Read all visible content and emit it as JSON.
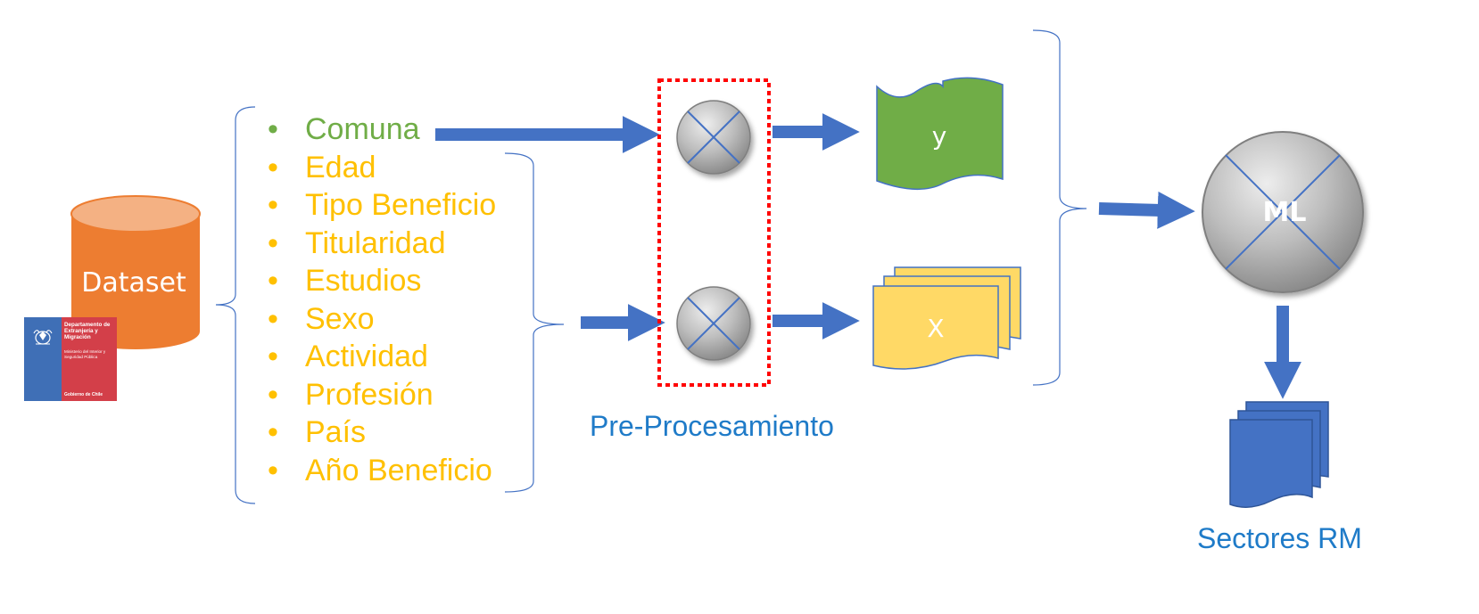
{
  "dataset": {
    "label": "Dataset"
  },
  "logo": {
    "department": "Departamento de Extranjería y Migración",
    "ministry": "Ministerio del Interior y Seguridad Pública",
    "government": "Gobierno de Chile"
  },
  "features": {
    "bullet": "•",
    "target": "Comuna",
    "items": [
      "Edad",
      "Tipo Beneficio",
      "Titularidad",
      "Estudios",
      "Sexo",
      "Actividad",
      "Profesión",
      "País",
      "Año Beneficio"
    ]
  },
  "preprocessing": {
    "label": "Pre-Procesamiento"
  },
  "outputs": {
    "y_label": "y",
    "x_label": "X"
  },
  "model": {
    "label": "ML"
  },
  "result": {
    "label": "Sectores RM"
  },
  "colors": {
    "arrow": "#4472C4",
    "target": "#70AD47",
    "feature": "#FFC000",
    "dataset": "#ED7D31",
    "x_doc": "#FFD966",
    "caption": "#1F7BC8",
    "dashed_box": "#FF0000"
  }
}
